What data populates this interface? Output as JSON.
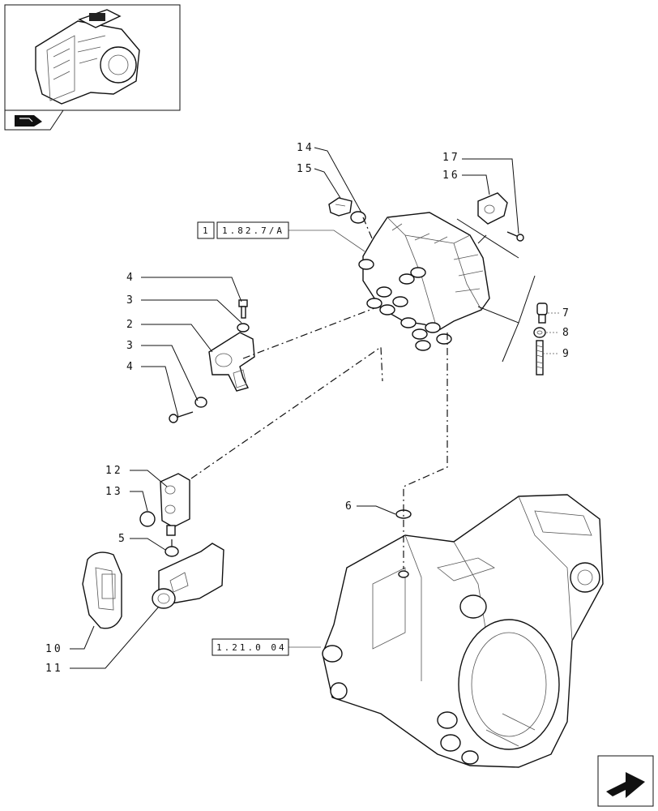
{
  "diagram": {
    "callouts": [
      {
        "id": "c14",
        "text": "14"
      },
      {
        "id": "c15",
        "text": "15"
      },
      {
        "id": "c17",
        "text": "17"
      },
      {
        "id": "c16",
        "text": "16"
      },
      {
        "id": "c4a",
        "text": "4"
      },
      {
        "id": "c3a",
        "text": "3"
      },
      {
        "id": "c2",
        "text": "2"
      },
      {
        "id": "c3b",
        "text": "3"
      },
      {
        "id": "c4b",
        "text": "4"
      },
      {
        "id": "c7",
        "text": "7"
      },
      {
        "id": "c8",
        "text": "8"
      },
      {
        "id": "c9",
        "text": "9"
      },
      {
        "id": "c12",
        "text": "12"
      },
      {
        "id": "c13",
        "text": "13"
      },
      {
        "id": "c6",
        "text": "6"
      },
      {
        "id": "c5",
        "text": "5"
      },
      {
        "id": "c10",
        "text": "10"
      },
      {
        "id": "c11",
        "text": "11"
      }
    ],
    "ref_valve": {
      "index": "1",
      "code": "1.82.7/A"
    },
    "ref_housing": {
      "code": "1.21.0 04"
    },
    "icons": [
      "thumbnail-assembly",
      "nav-arrow-icon",
      "section-flag-icon"
    ]
  }
}
